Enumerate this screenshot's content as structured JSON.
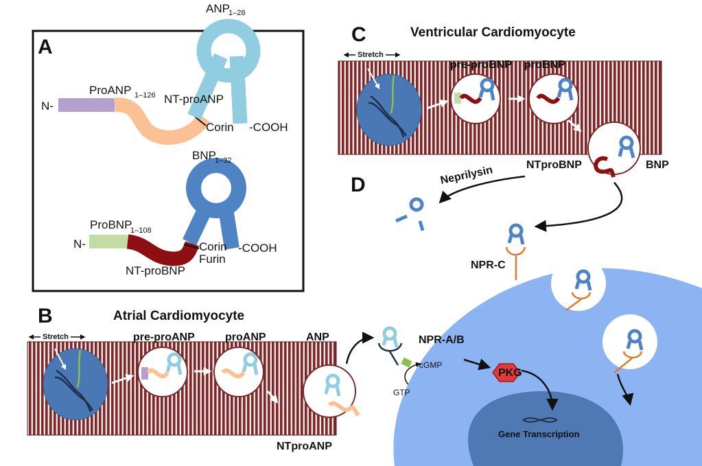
{
  "colors": {
    "stripe_dark": "#7a2828",
    "stripe_light": "#f4e6e6",
    "nucleus_blue": "#4a78b4",
    "cell_blue": "#8db4f2",
    "anp_blue": "#91cde0",
    "bnp_blue": "#4f84c4",
    "nt_proanp": "#fbc194",
    "nt_probnp": "#8e0f12",
    "signal_anp": "#b4a0cf",
    "signal_bnp": "#c3dba5",
    "receptor_orange": "#e07a28",
    "pkg_red": "#e23a3a",
    "gtp_green": "#8dc04a"
  },
  "panel_a": {
    "letter": "A",
    "anp": {
      "nterm": "N-",
      "pro_main": "ProANP",
      "pro_sub": "1–126",
      "nt": "NT-proANP",
      "mature_main": "ANP",
      "mature_sub": "1–28",
      "cleave": "Corin",
      "cterm": "-COOH"
    },
    "bnp": {
      "nterm": "N-",
      "pro_main": "ProBNP",
      "pro_sub": "1–108",
      "nt": "NT-proBNP",
      "mature_main": "BNP",
      "mature_sub": "1–32",
      "cleave1": "Corin",
      "cleave2": "Furin",
      "cterm": "-COOH"
    }
  },
  "panel_b": {
    "letter": "B",
    "title": "Atrial Cardiomyocyte",
    "stretch": "Stretch",
    "steps": [
      "pre-proANP",
      "proANP",
      "ANP"
    ],
    "nt_label": "NTproANP"
  },
  "panel_c": {
    "letter": "C",
    "title": "Ventricular Cardiomyocyte",
    "stretch": "Stretch",
    "steps": [
      "pre-proBNP",
      "proBNP"
    ],
    "nt_label": "NTproBNP",
    "mature_label": "BNP"
  },
  "panel_d": {
    "letter": "D",
    "neprilysin": "Neprilysin",
    "npr_c": "NPR-C",
    "npr_ab": "NPR-A/B",
    "cgmp": "cGMP",
    "gtp": "GTP",
    "pkg": "PKG",
    "gene": "Gene Transcription"
  }
}
